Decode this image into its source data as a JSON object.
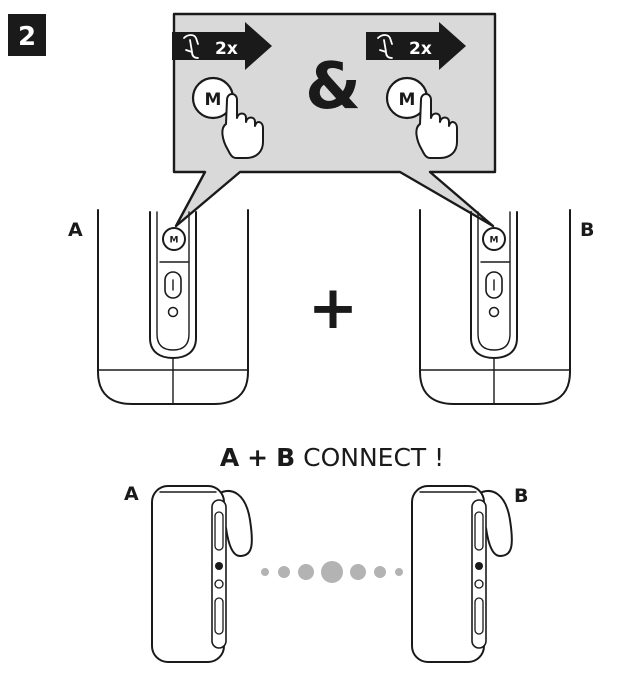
{
  "step": {
    "number": "2"
  },
  "callout": {
    "press_count_left": "2x",
    "press_count_right": "2x",
    "joiner": "&",
    "button_left": "M",
    "button_right": "M"
  },
  "speakers": {
    "label_a": "A",
    "label_b": "B",
    "button_a": "M",
    "button_b": "M",
    "plus": "+"
  },
  "connect": {
    "a": "A",
    "plus": "+",
    "b": "B",
    "text": " CONNECT !"
  },
  "bottom": {
    "label_a": "A",
    "label_b": "B"
  },
  "colors": {
    "callout_fill": "#d9d9d9",
    "ink": "#1a1a1a",
    "dots": "#b3b3b3"
  }
}
